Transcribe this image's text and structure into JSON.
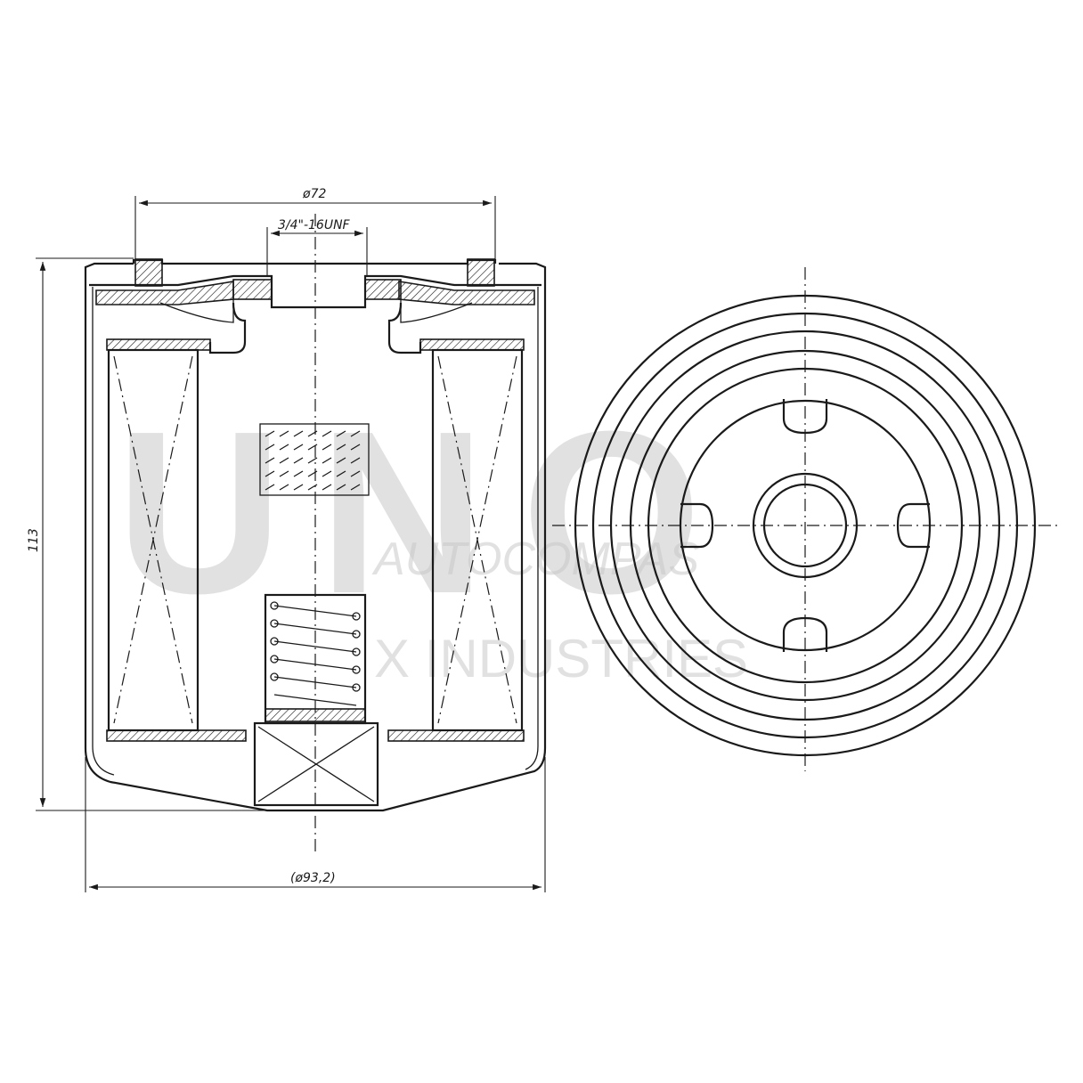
{
  "dimensions": {
    "outer_seal_diameter": "ø72",
    "thread": "3/4\"-16UNF",
    "height": "113",
    "body_diameter": "(ø93,2)"
  },
  "watermark": {
    "logo": "UNO",
    "line1": "AUTOCOMPAS",
    "line2": "X INDUSTRIES"
  },
  "colors": {
    "line": "#1a1a1a",
    "watermark": "#c9c9c9"
  }
}
